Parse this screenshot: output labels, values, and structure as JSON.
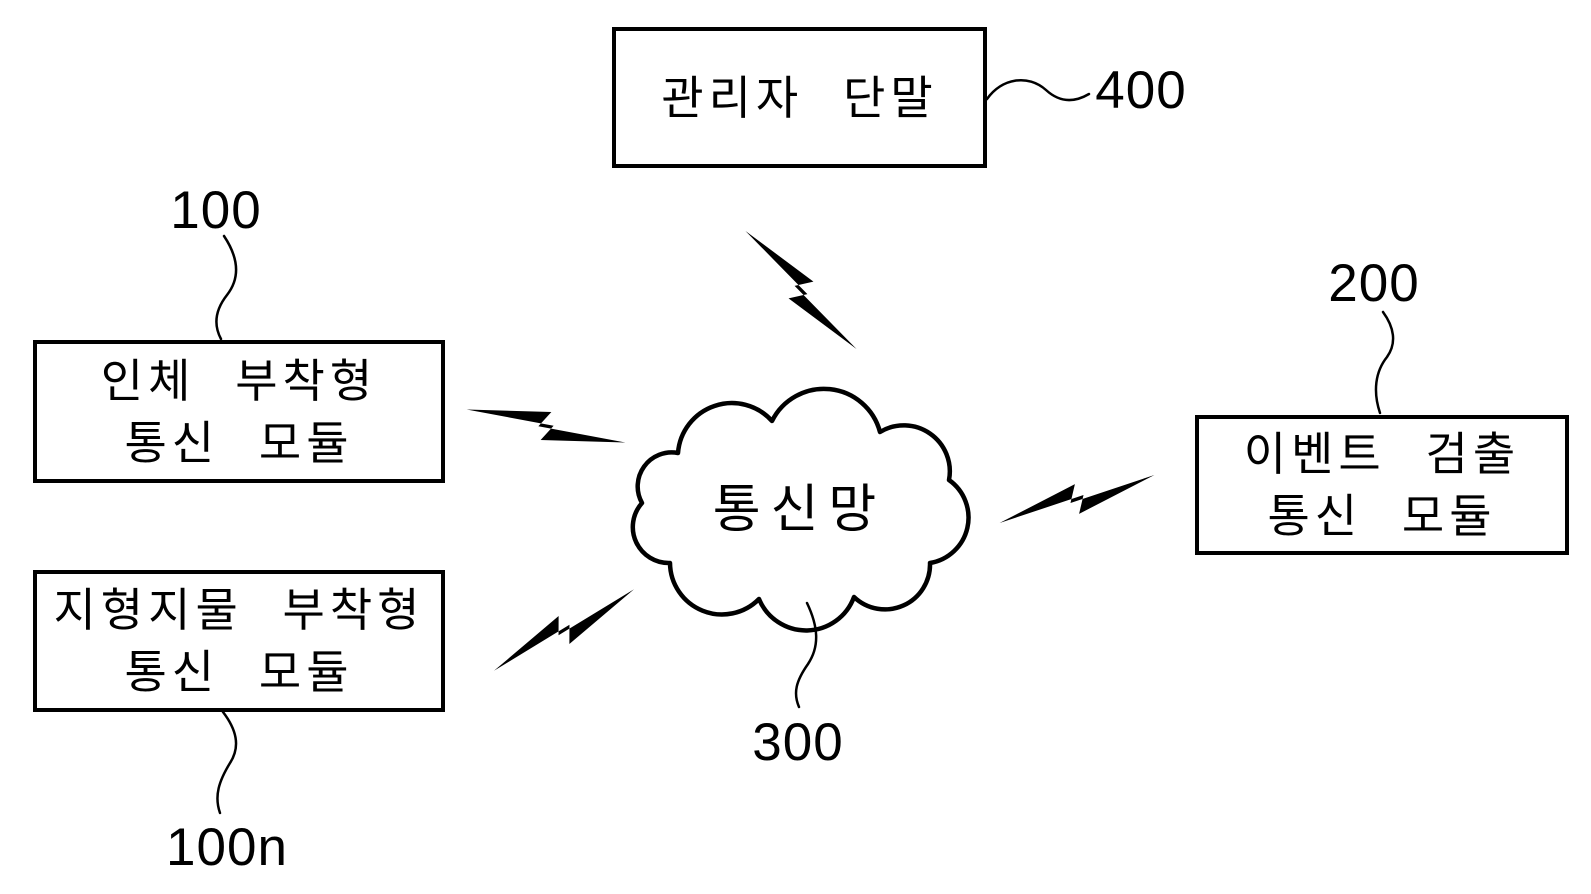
{
  "figure": {
    "type": "patent-network-diagram",
    "colors": {
      "background": "#ffffff",
      "line": "#000000",
      "text": "#000000"
    }
  },
  "nodes": {
    "admin_terminal": {
      "label": "관리자 단말",
      "ref": "400"
    },
    "body_module": {
      "line1": "인체 부착형",
      "line2": "통신 모듈",
      "ref": "100"
    },
    "terrain_module": {
      "line1": "지형지물 부착형",
      "line2": "통신 모듈",
      "ref": "100n"
    },
    "event_module": {
      "line1": "이벤트 검출",
      "line2": "통신 모듈",
      "ref": "200"
    },
    "network_cloud": {
      "label": "통신망",
      "ref": "300"
    }
  },
  "links": [
    {
      "from": "admin_terminal",
      "to": "network_cloud",
      "icon": "lightning-bolt"
    },
    {
      "from": "body_module",
      "to": "network_cloud",
      "icon": "lightning-bolt"
    },
    {
      "from": "terrain_module",
      "to": "network_cloud",
      "icon": "lightning-bolt"
    },
    {
      "from": "event_module",
      "to": "network_cloud",
      "icon": "lightning-bolt"
    }
  ]
}
